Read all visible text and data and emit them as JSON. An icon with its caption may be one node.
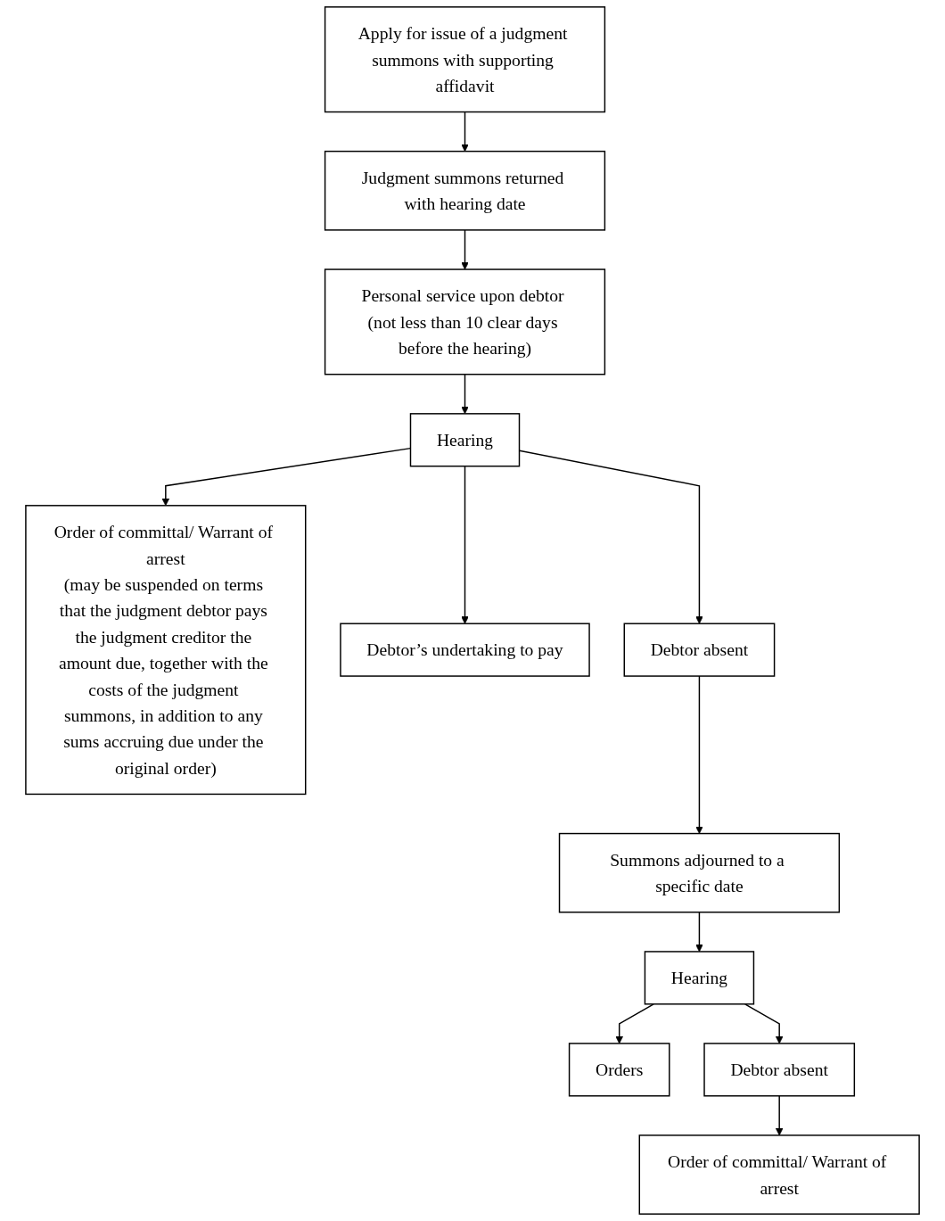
{
  "diagram": {
    "nodes": [
      {
        "text": [
          "Apply for issue of a judgment summons with supporting affidavit"
        ]
      },
      {
        "text": [
          "Judgment summons returned with hearing date"
        ]
      },
      {
        "text": [
          "Personal service upon debtor (not less than 10 clear days before the hearing)"
        ]
      },
      {
        "text": [
          "Hearing"
        ]
      },
      {
        "text": [
          "Order of committal/ Warrant of arrest",
          "(may be suspended on terms that the judgment debtor pays the judgment creditor the amount due, together with the costs of the judgment summons, in addition to any sums accruing due under the original order)"
        ]
      },
      {
        "text": [
          "Debtor’s undertaking to pay"
        ]
      },
      {
        "text": [
          "Debtor absent"
        ]
      },
      {
        "text": [
          "Summons adjourned to a specific date"
        ]
      },
      {
        "text": [
          "Hearing"
        ]
      },
      {
        "text": [
          "Orders"
        ]
      },
      {
        "text": [
          "Debtor absent"
        ]
      },
      {
        "text": [
          "Order of committal/ Warrant of arrest"
        ]
      }
    ],
    "edges": [
      {
        "from": 0,
        "to": 1,
        "arrow": "to"
      },
      {
        "from": 1,
        "to": 2,
        "arrow": "to"
      },
      {
        "from": 2,
        "to": 3,
        "arrow": "to"
      },
      {
        "from": 3,
        "to": 4,
        "arrow": "to"
      },
      {
        "from": 3,
        "to": 5,
        "arrow": "to"
      },
      {
        "from": 3,
        "to": 6,
        "arrow": "to"
      },
      {
        "from": 6,
        "to": 7,
        "arrow": "to"
      },
      {
        "from": 7,
        "to": 8,
        "arrow": "to"
      },
      {
        "from": 8,
        "to": 9,
        "arrow": "to"
      },
      {
        "from": 8,
        "to": 10,
        "arrow": "to"
      },
      {
        "from": 10,
        "to": 11,
        "arrow": "to"
      }
    ]
  }
}
